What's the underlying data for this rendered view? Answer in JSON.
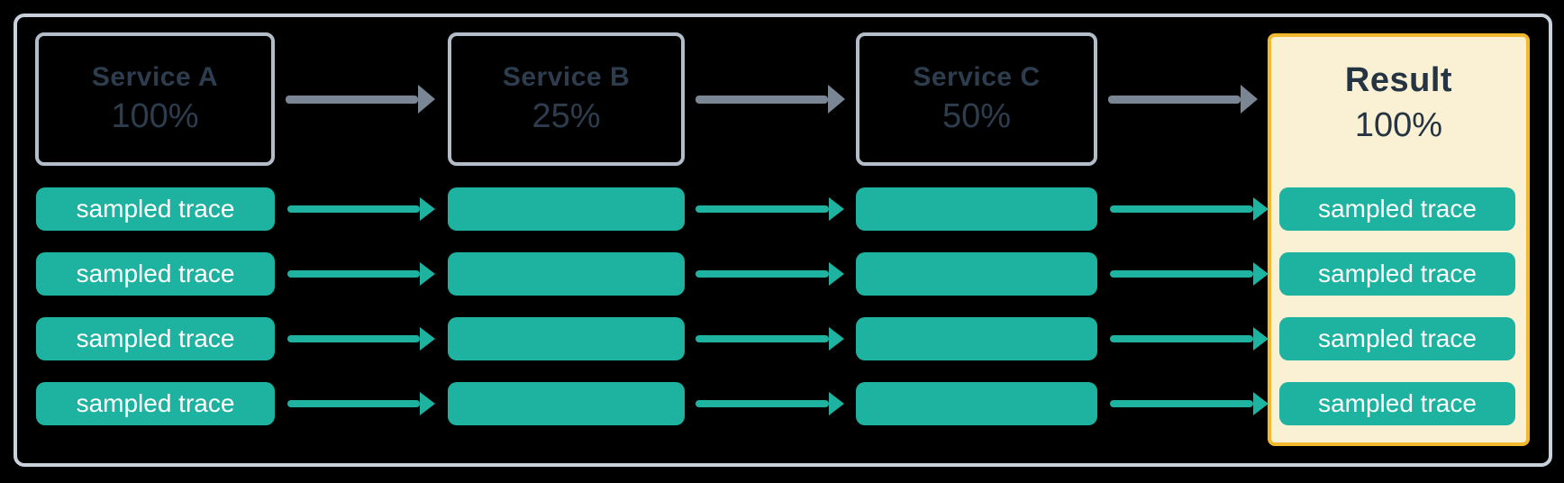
{
  "diagram": {
    "services": [
      {
        "name": "Service A",
        "rate": "100%"
      },
      {
        "name": "Service B",
        "rate": "25%"
      },
      {
        "name": "Service C",
        "rate": "50%"
      }
    ],
    "result": {
      "name": "Result",
      "rate": "100%"
    },
    "trace_label": "sampled trace",
    "trace_rows": 4,
    "colors": {
      "background": "#000000",
      "frame_border": "#c9d2dc",
      "service_border": "#b2bdc9",
      "service_text": "#2d3d4e",
      "flow_arrow": "#7a8694",
      "trace_teal": "#1eb2a1",
      "trace_text": "#ffffff",
      "result_border": "#f2b92f",
      "result_fill": "#faf0d3",
      "result_text": "#253443"
    }
  }
}
